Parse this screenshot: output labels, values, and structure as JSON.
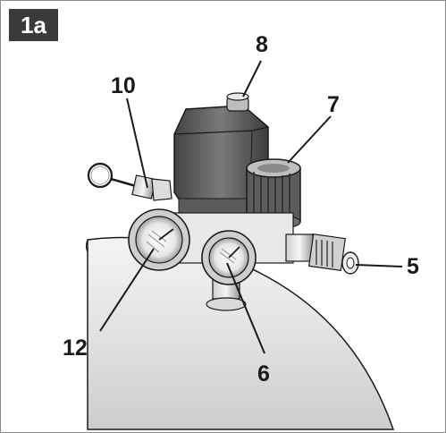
{
  "figure": {
    "tag": "1a",
    "callouts": [
      {
        "id": "c8",
        "label": "8"
      },
      {
        "id": "c10",
        "label": "10"
      },
      {
        "id": "c7",
        "label": "7"
      },
      {
        "id": "c5",
        "label": "5"
      },
      {
        "id": "c12",
        "label": "12"
      },
      {
        "id": "c6",
        "label": "6"
      }
    ]
  },
  "colors": {
    "tag_background": "#3a3a3a",
    "outline": "#1a1a1a",
    "shading": "#8c8c8c"
  }
}
